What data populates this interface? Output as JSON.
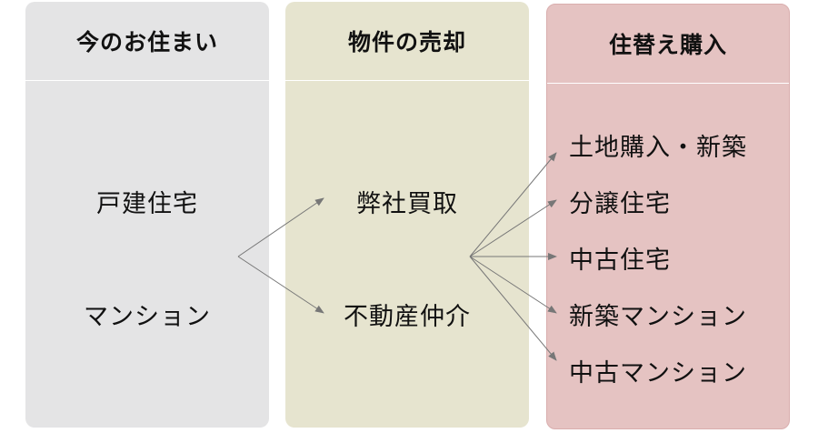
{
  "columns": {
    "current_home": {
      "header": "今のお住まい",
      "items": [
        "戸建住宅",
        "マンション"
      ]
    },
    "property_sale": {
      "header": "物件の売却",
      "items": [
        "弊社買取",
        "不動産仲介"
      ]
    },
    "relocation_purchase": {
      "header": "住替え購入",
      "items": [
        "土地購入・新築",
        "分譲住宅",
        "中古住宅",
        "新築マンション",
        "中古マンション"
      ]
    }
  },
  "colors": {
    "current_home_bg": "#e4e4e5",
    "property_sale_bg": "#e6e4cf",
    "relocation_purchase_bg": "#e5c3c2",
    "arrow": "#777777"
  }
}
